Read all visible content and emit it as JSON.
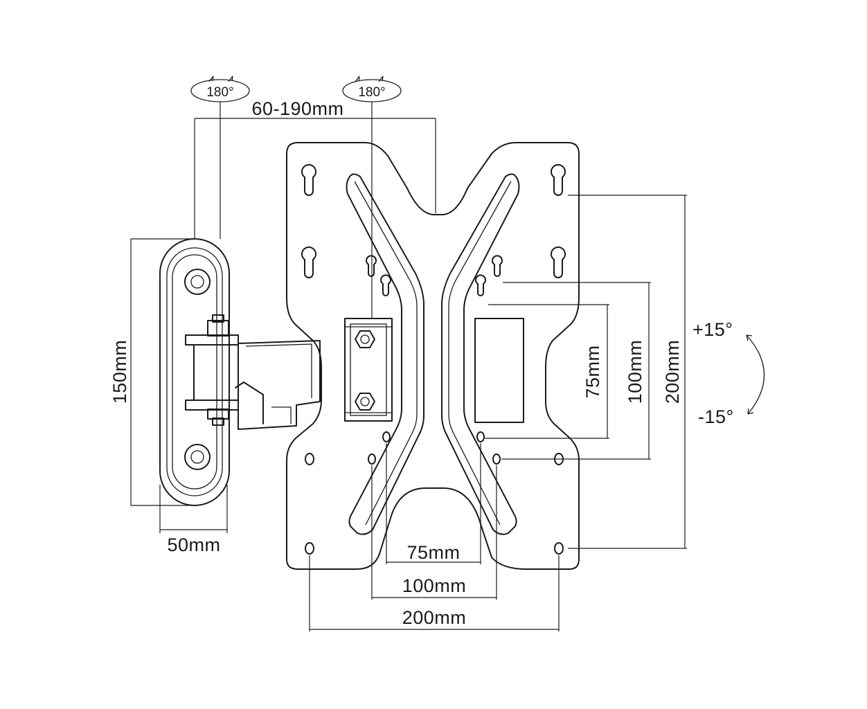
{
  "labels": {
    "rotation_left": "180°",
    "rotation_right": "180°",
    "arm_extension": "60-190mm",
    "wall_plate_height": "150mm",
    "wall_plate_width": "50mm",
    "vesa_h_75": "75mm",
    "vesa_h_100": "100mm",
    "vesa_h_200": "200mm",
    "vesa_v_75": "75mm",
    "vesa_v_100": "100mm",
    "vesa_v_200": "200mm",
    "tilt_up": "+15°",
    "tilt_down": "-15°"
  },
  "colors": {
    "line": "#1a1a1a",
    "background": "#ffffff"
  }
}
